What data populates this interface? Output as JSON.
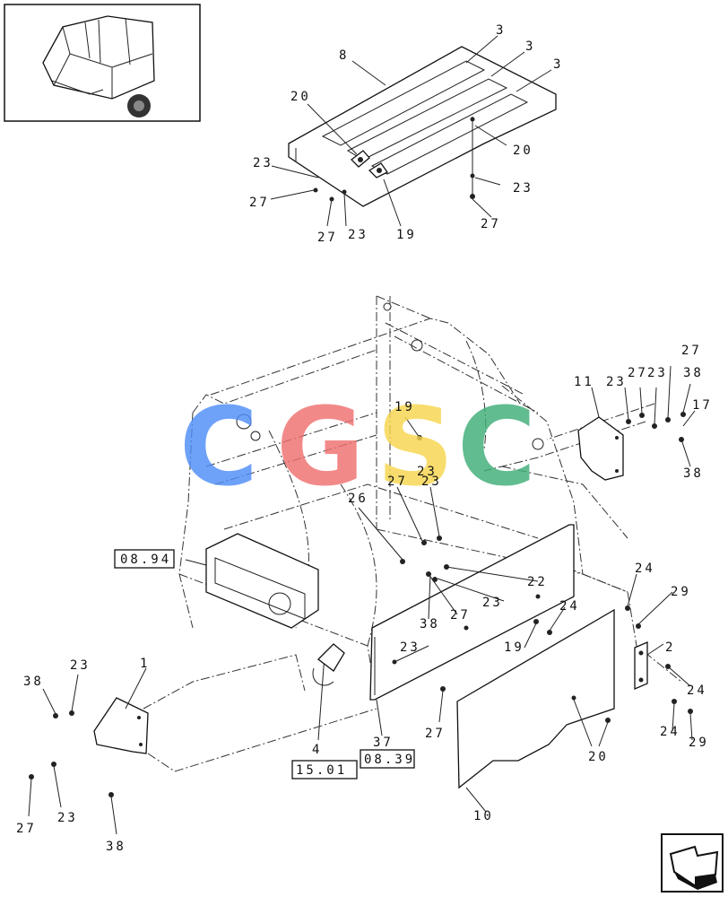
{
  "watermark": {
    "letters": [
      {
        "char": "C",
        "color": "#4f8ef7"
      },
      {
        "char": "G",
        "color": "#f07070"
      },
      {
        "char": "S",
        "color": "#f7d64f"
      },
      {
        "char": "C",
        "color": "#3fae78"
      }
    ]
  },
  "callouts_top": [
    "8",
    "3",
    "3",
    "3",
    "20",
    "20",
    "23",
    "23",
    "27",
    "27",
    "23",
    "19",
    "27"
  ],
  "callouts_main": [
    "11",
    "23",
    "27",
    "23",
    "27",
    "38",
    "17",
    "38",
    "19",
    "23",
    "27",
    "26",
    "23",
    "22",
    "23",
    "38",
    "27",
    "24",
    "29",
    "24",
    "2",
    "19",
    "23",
    "24",
    "24",
    "29",
    "27",
    "20",
    "1",
    "38",
    "23",
    "27",
    "23",
    "38",
    "4",
    "37",
    "10"
  ],
  "references": [
    "08.94",
    "15.01",
    "08.39"
  ],
  "nav_icon": "next-page-arrow-icon"
}
